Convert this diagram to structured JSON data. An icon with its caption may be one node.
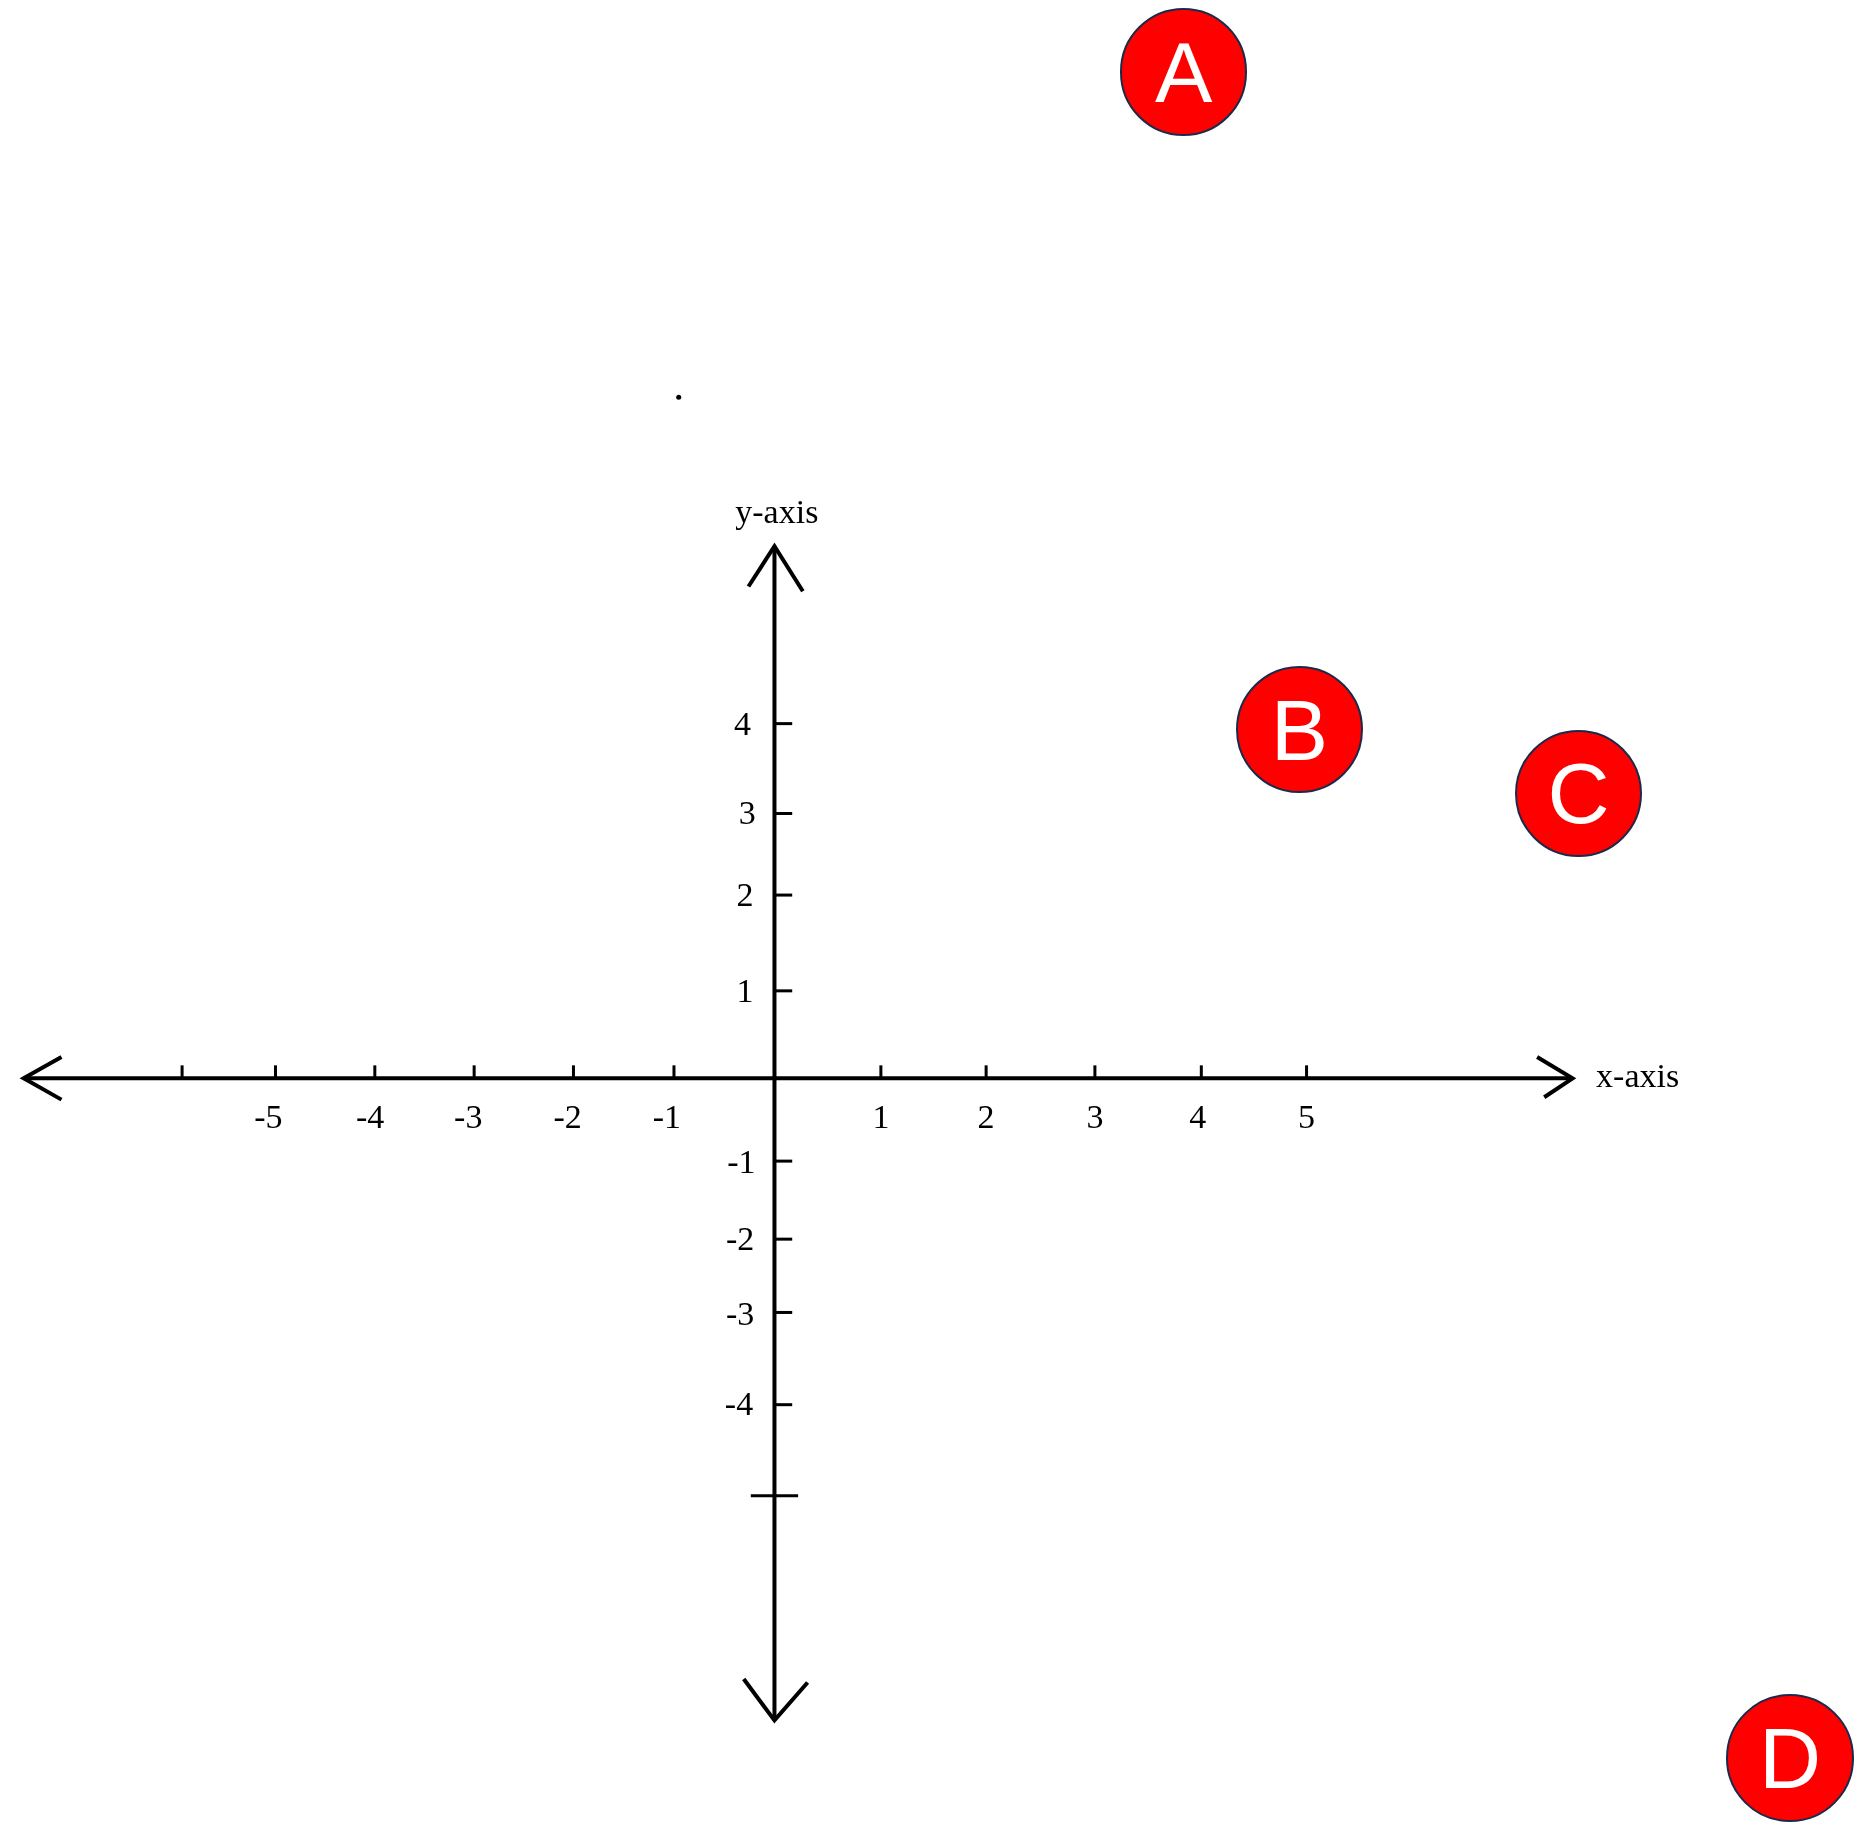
{
  "diagram": {
    "nodes": [
      {
        "text": [
          "A"
        ]
      },
      {
        "text": [
          "B"
        ]
      },
      {
        "text": [
          "C"
        ]
      },
      {
        "text": [
          "D"
        ]
      }
    ],
    "labels": [
      "y-axis",
      "4",
      "3",
      "2",
      "1",
      "x-axis",
      "-5",
      "-4",
      "-3",
      "-2",
      "-1",
      "1",
      "2",
      "3",
      "4",
      "5",
      "-1",
      "-2",
      "-3",
      "-4"
    ]
  }
}
